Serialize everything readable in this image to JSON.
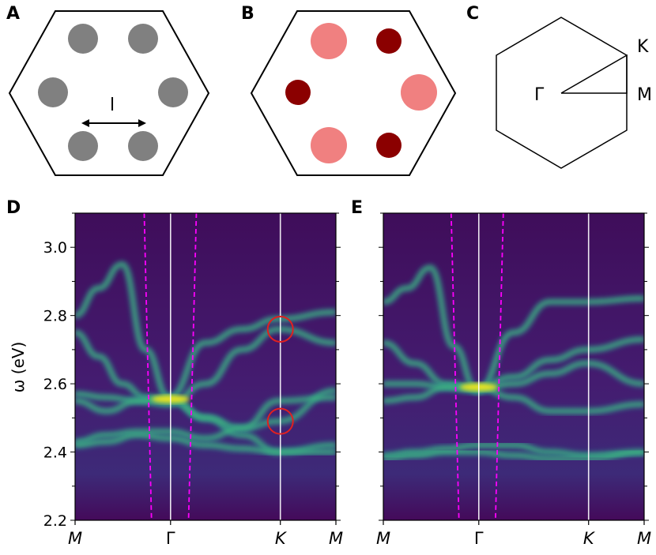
{
  "panels": {
    "a": "A",
    "b": "B",
    "c": "C",
    "d": "D",
    "e": "E"
  },
  "panel_a": {
    "spacing_label": "l",
    "dot_color": "#808080"
  },
  "panel_b": {
    "large_dot_color": "#f08080",
    "small_dot_color": "#8b0000"
  },
  "panel_c": {
    "points": [
      "K",
      "Γ",
      "M"
    ]
  },
  "chart_data": [
    {
      "type": "heatmap",
      "panel": "D",
      "ylabel": "ω (eV)",
      "yticks": [
        2.2,
        2.4,
        2.6,
        2.8,
        3.0
      ],
      "ylim": [
        2.2,
        3.1
      ],
      "xticks": [
        "M",
        "Γ",
        "K",
        "M"
      ],
      "annotations": [
        {
          "type": "circle",
          "x": "K",
          "y": 2.76
        },
        {
          "type": "circle",
          "x": "K",
          "y": 2.49
        }
      ],
      "bands": [
        {
          "x": [
            0,
            0.09,
            0.18,
            0.27,
            0.36,
            0.5,
            0.64,
            0.78,
            1.0
          ],
          "y": [
            2.8,
            2.88,
            2.95,
            2.7,
            2.56,
            2.72,
            2.76,
            2.79,
            2.81
          ]
        },
        {
          "x": [
            0,
            0.09,
            0.18,
            0.27,
            0.36,
            0.5,
            0.64,
            0.78,
            1.0
          ],
          "y": [
            2.75,
            2.68,
            2.6,
            2.56,
            2.55,
            2.5,
            2.45,
            2.4,
            2.42
          ]
        },
        {
          "x": [
            0,
            0.12,
            0.24,
            0.36,
            0.5,
            0.64,
            0.78,
            1.0
          ],
          "y": [
            2.57,
            2.56,
            2.55,
            2.54,
            2.6,
            2.7,
            2.76,
            2.72
          ]
        },
        {
          "x": [
            0,
            0.12,
            0.24,
            0.36,
            0.5,
            0.64,
            0.78,
            1.0
          ],
          "y": [
            2.55,
            2.52,
            2.55,
            2.56,
            2.5,
            2.47,
            2.49,
            2.58
          ]
        },
        {
          "x": [
            0,
            0.12,
            0.24,
            0.36,
            0.5,
            0.64,
            0.78,
            1.0
          ],
          "y": [
            2.43,
            2.45,
            2.46,
            2.46,
            2.44,
            2.47,
            2.55,
            2.56
          ]
        },
        {
          "x": [
            0,
            0.12,
            0.24,
            0.36,
            0.5,
            0.64,
            0.78,
            1.0
          ],
          "y": [
            2.42,
            2.43,
            2.45,
            2.44,
            2.42,
            2.41,
            2.4,
            2.4
          ]
        }
      ]
    },
    {
      "type": "heatmap",
      "panel": "E",
      "ylabel": "",
      "ylim": [
        2.2,
        3.1
      ],
      "xticks": [
        "M",
        "Γ",
        "K",
        "M"
      ],
      "bands": [
        {
          "x": [
            0,
            0.09,
            0.18,
            0.27,
            0.36,
            0.5,
            0.64,
            0.78,
            1.0
          ],
          "y": [
            2.84,
            2.88,
            2.94,
            2.71,
            2.58,
            2.75,
            2.84,
            2.84,
            2.85
          ]
        },
        {
          "x": [
            0,
            0.12,
            0.24,
            0.36,
            0.5,
            0.64,
            0.78,
            1.0
          ],
          "y": [
            2.72,
            2.66,
            2.6,
            2.59,
            2.62,
            2.67,
            2.7,
            2.73
          ]
        },
        {
          "x": [
            0,
            0.12,
            0.24,
            0.36,
            0.5,
            0.64,
            0.78,
            1.0
          ],
          "y": [
            2.6,
            2.6,
            2.59,
            2.58,
            2.6,
            2.63,
            2.66,
            2.6
          ]
        },
        {
          "x": [
            0,
            0.12,
            0.24,
            0.36,
            0.5,
            0.64,
            0.78,
            1.0
          ],
          "y": [
            2.55,
            2.56,
            2.59,
            2.59,
            2.56,
            2.52,
            2.52,
            2.54
          ]
        },
        {
          "x": [
            0,
            0.12,
            0.24,
            0.36,
            0.5,
            0.64,
            0.78,
            1.0
          ],
          "y": [
            2.39,
            2.4,
            2.41,
            2.42,
            2.42,
            2.4,
            2.39,
            2.4
          ]
        },
        {
          "x": [
            0,
            0.12,
            0.24,
            0.36,
            0.5,
            0.64,
            0.78,
            1.0
          ],
          "y": [
            2.38,
            2.39,
            2.4,
            2.4,
            2.39,
            2.38,
            2.38,
            2.4
          ]
        }
      ]
    }
  ]
}
